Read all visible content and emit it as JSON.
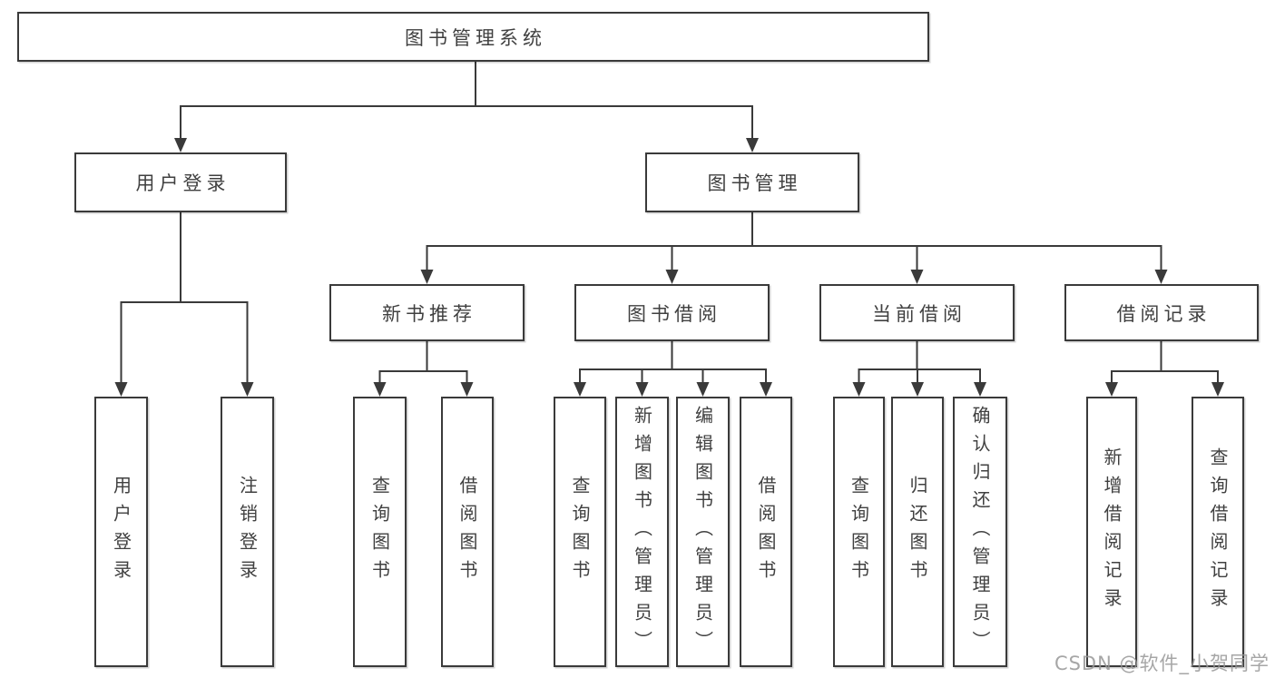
{
  "tree": {
    "root": {
      "label": "图书管理系统"
    },
    "user_login": {
      "label": "用户登录",
      "children": [
        {
          "label": "用户登录"
        },
        {
          "label": "注销登录"
        }
      ]
    },
    "book_management": {
      "label": "图书管理",
      "sections": [
        {
          "label": "新书推荐",
          "children": [
            {
              "label": "查询图书"
            },
            {
              "label": "借阅图书"
            }
          ]
        },
        {
          "label": "图书借阅",
          "children": [
            {
              "label": "查询图书"
            },
            {
              "label": "新增图书（管理员）"
            },
            {
              "label": "编辑图书（管理员）"
            },
            {
              "label": "借阅图书"
            }
          ]
        },
        {
          "label": "当前借阅",
          "children": [
            {
              "label": "查询图书"
            },
            {
              "label": "归还图书"
            },
            {
              "label": "确认归还（管理员）"
            }
          ]
        },
        {
          "label": "借阅记录",
          "children": [
            {
              "label": "新增借阅记录"
            },
            {
              "label": "查询借阅记录"
            }
          ]
        }
      ]
    }
  },
  "watermark": "CSDN @软件_小贺同学",
  "colors": {
    "line": "#3a3a3a",
    "box_border": "#3a3a3a",
    "text": "#404040",
    "watermark": "#969696",
    "background": "#ffffff"
  }
}
